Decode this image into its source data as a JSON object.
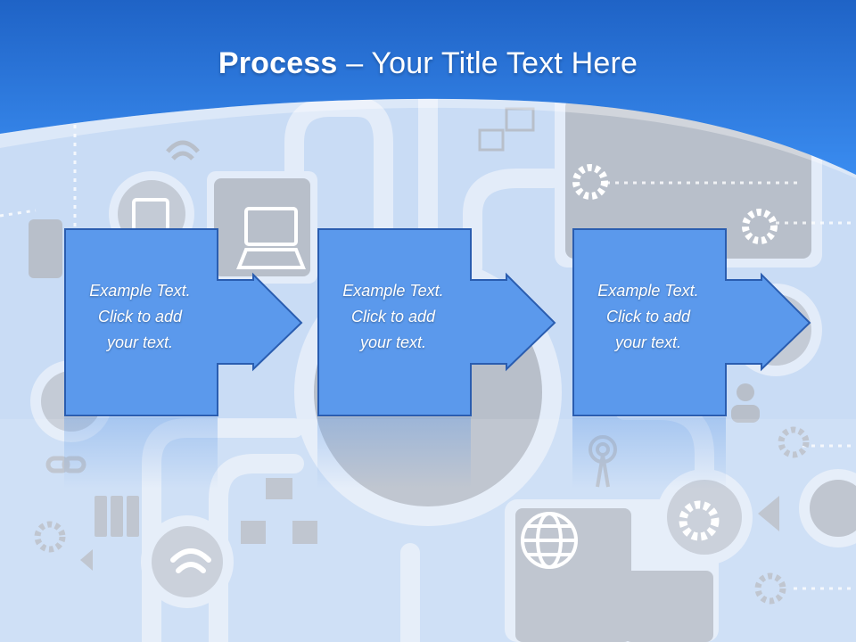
{
  "title": {
    "bold": "Process",
    "rest": " – Your Title Text Here"
  },
  "steps": [
    {
      "text": "Example Text.\nClick  to add\nyour text."
    },
    {
      "text": "Example Text.\nClick  to add\nyour text."
    },
    {
      "text": "Example Text.\nClick  to add\nyour text."
    }
  ],
  "colors": {
    "header_blue": "#2f7fe0",
    "step_fill": "#5b99ec",
    "step_stroke": "#2a5db0",
    "background": "#c9dcf5",
    "icon_gray": "#b8bfca"
  },
  "icons": [
    "mobile-phone-icon",
    "tablet-icon",
    "laptop-icon",
    "wifi-icon",
    "network-icon",
    "globe-icon",
    "gear-icon",
    "computer-monitor-icon",
    "user-icon",
    "signal-tower-icon",
    "binders-icon",
    "chain-link-icon"
  ]
}
